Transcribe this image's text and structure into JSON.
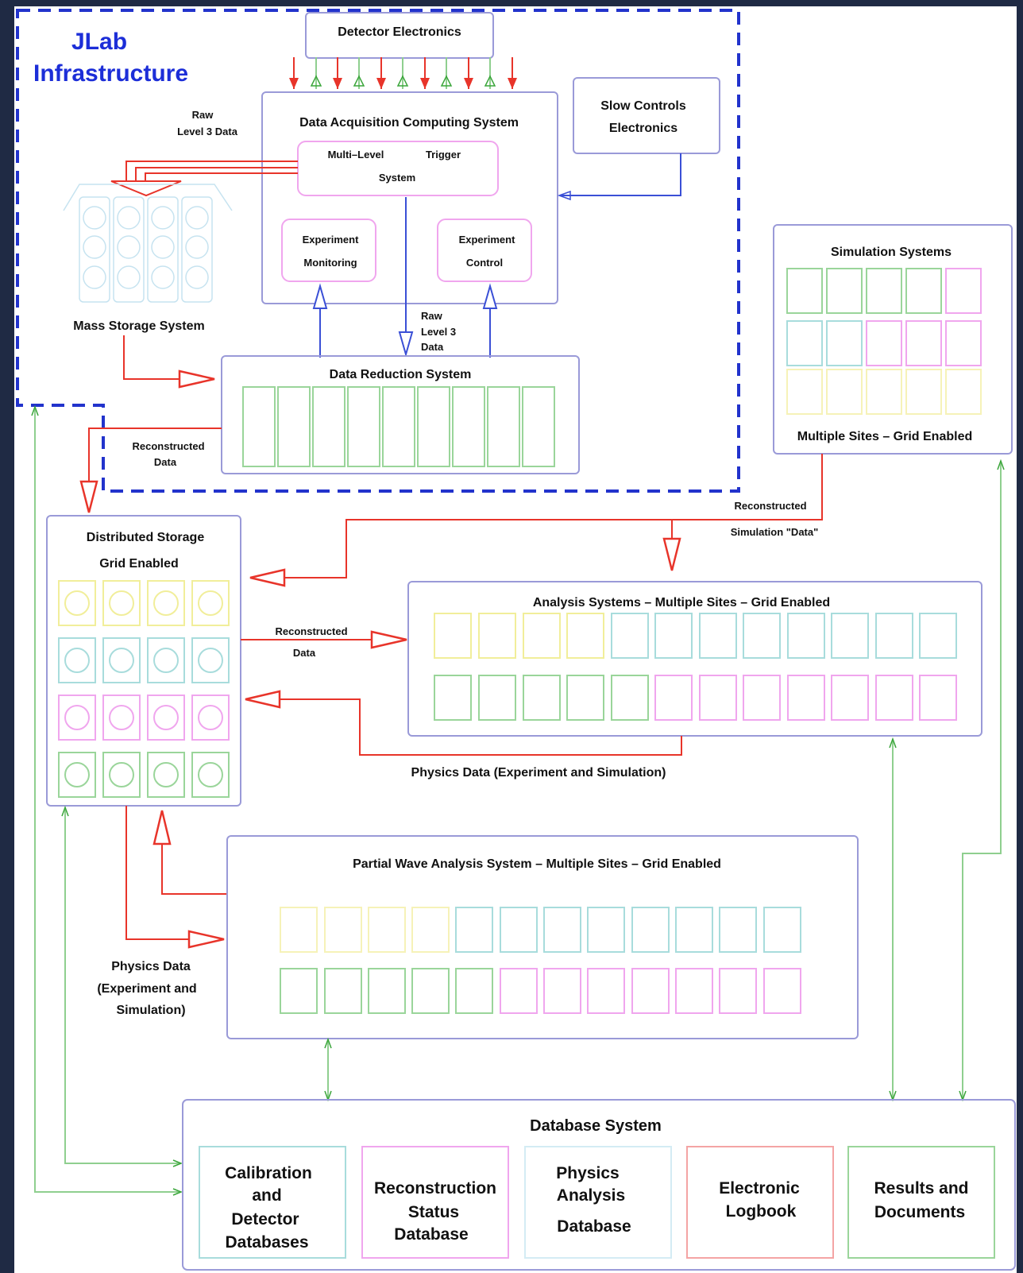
{
  "title": [
    "JLab",
    "Infrastructure"
  ],
  "boxes": {
    "detector_electronics": "Detector Electronics",
    "daq": "Data Acquisition Computing System",
    "trigger": [
      "Multi–Level",
      "Trigger",
      "System"
    ],
    "experiment_monitoring": [
      "Experiment",
      "Monitoring"
    ],
    "experiment_control": [
      "Experiment",
      "Control"
    ],
    "slow_controls": [
      "Slow Controls",
      "Electronics"
    ],
    "mass_storage": "Mass Storage System",
    "data_reduction": "Data Reduction System",
    "simulation": "Simulation Systems",
    "simulation_sites": "Multiple Sites – Grid Enabled",
    "distributed_storage": [
      "Distributed Storage",
      "Grid Enabled"
    ],
    "analysis": "Analysis Systems – Multiple Sites – Grid Enabled",
    "pwa": "Partial Wave Analysis System – Multiple Sites – Grid Enabled",
    "database_system": "Database   System",
    "db_items": [
      [
        "Calibration",
        "and",
        "Detector",
        "Databases"
      ],
      [
        "Reconstruction",
        "Status",
        "Database"
      ],
      [
        "Physics",
        "Analysis",
        "Database"
      ],
      [
        "Electronic",
        "Logbook"
      ],
      [
        "Results and",
        "Documents"
      ]
    ]
  },
  "labels": {
    "raw_l3_left": [
      "Raw",
      "Level 3 Data"
    ],
    "raw_l3_center": [
      "Raw",
      "Level 3",
      "Data"
    ],
    "reconstructed_left": [
      "Reconstructed",
      "Data"
    ],
    "reconstructed_sim": [
      "Reconstructed",
      "Simulation \"Data\""
    ],
    "reconstructed_mid": [
      "Reconstructed",
      "Data"
    ],
    "physics_data_mid": "Physics Data (Experiment and Simulation)",
    "physics_data_left": [
      "Physics Data",
      "(Experiment and",
      "Simulation)"
    ]
  },
  "colors": {
    "title": "#1c2ed8",
    "boundary": "#2233cc",
    "box_border": "#9a9ad8",
    "red_flow": "#e8342a",
    "blue_flow": "#3a4fd6",
    "green_flow": "#8fcf8f",
    "yellow": "#f1ee9a",
    "cyan": "#a8dcdc",
    "magenta": "#f0a6ee",
    "green": "#9ad59a"
  }
}
